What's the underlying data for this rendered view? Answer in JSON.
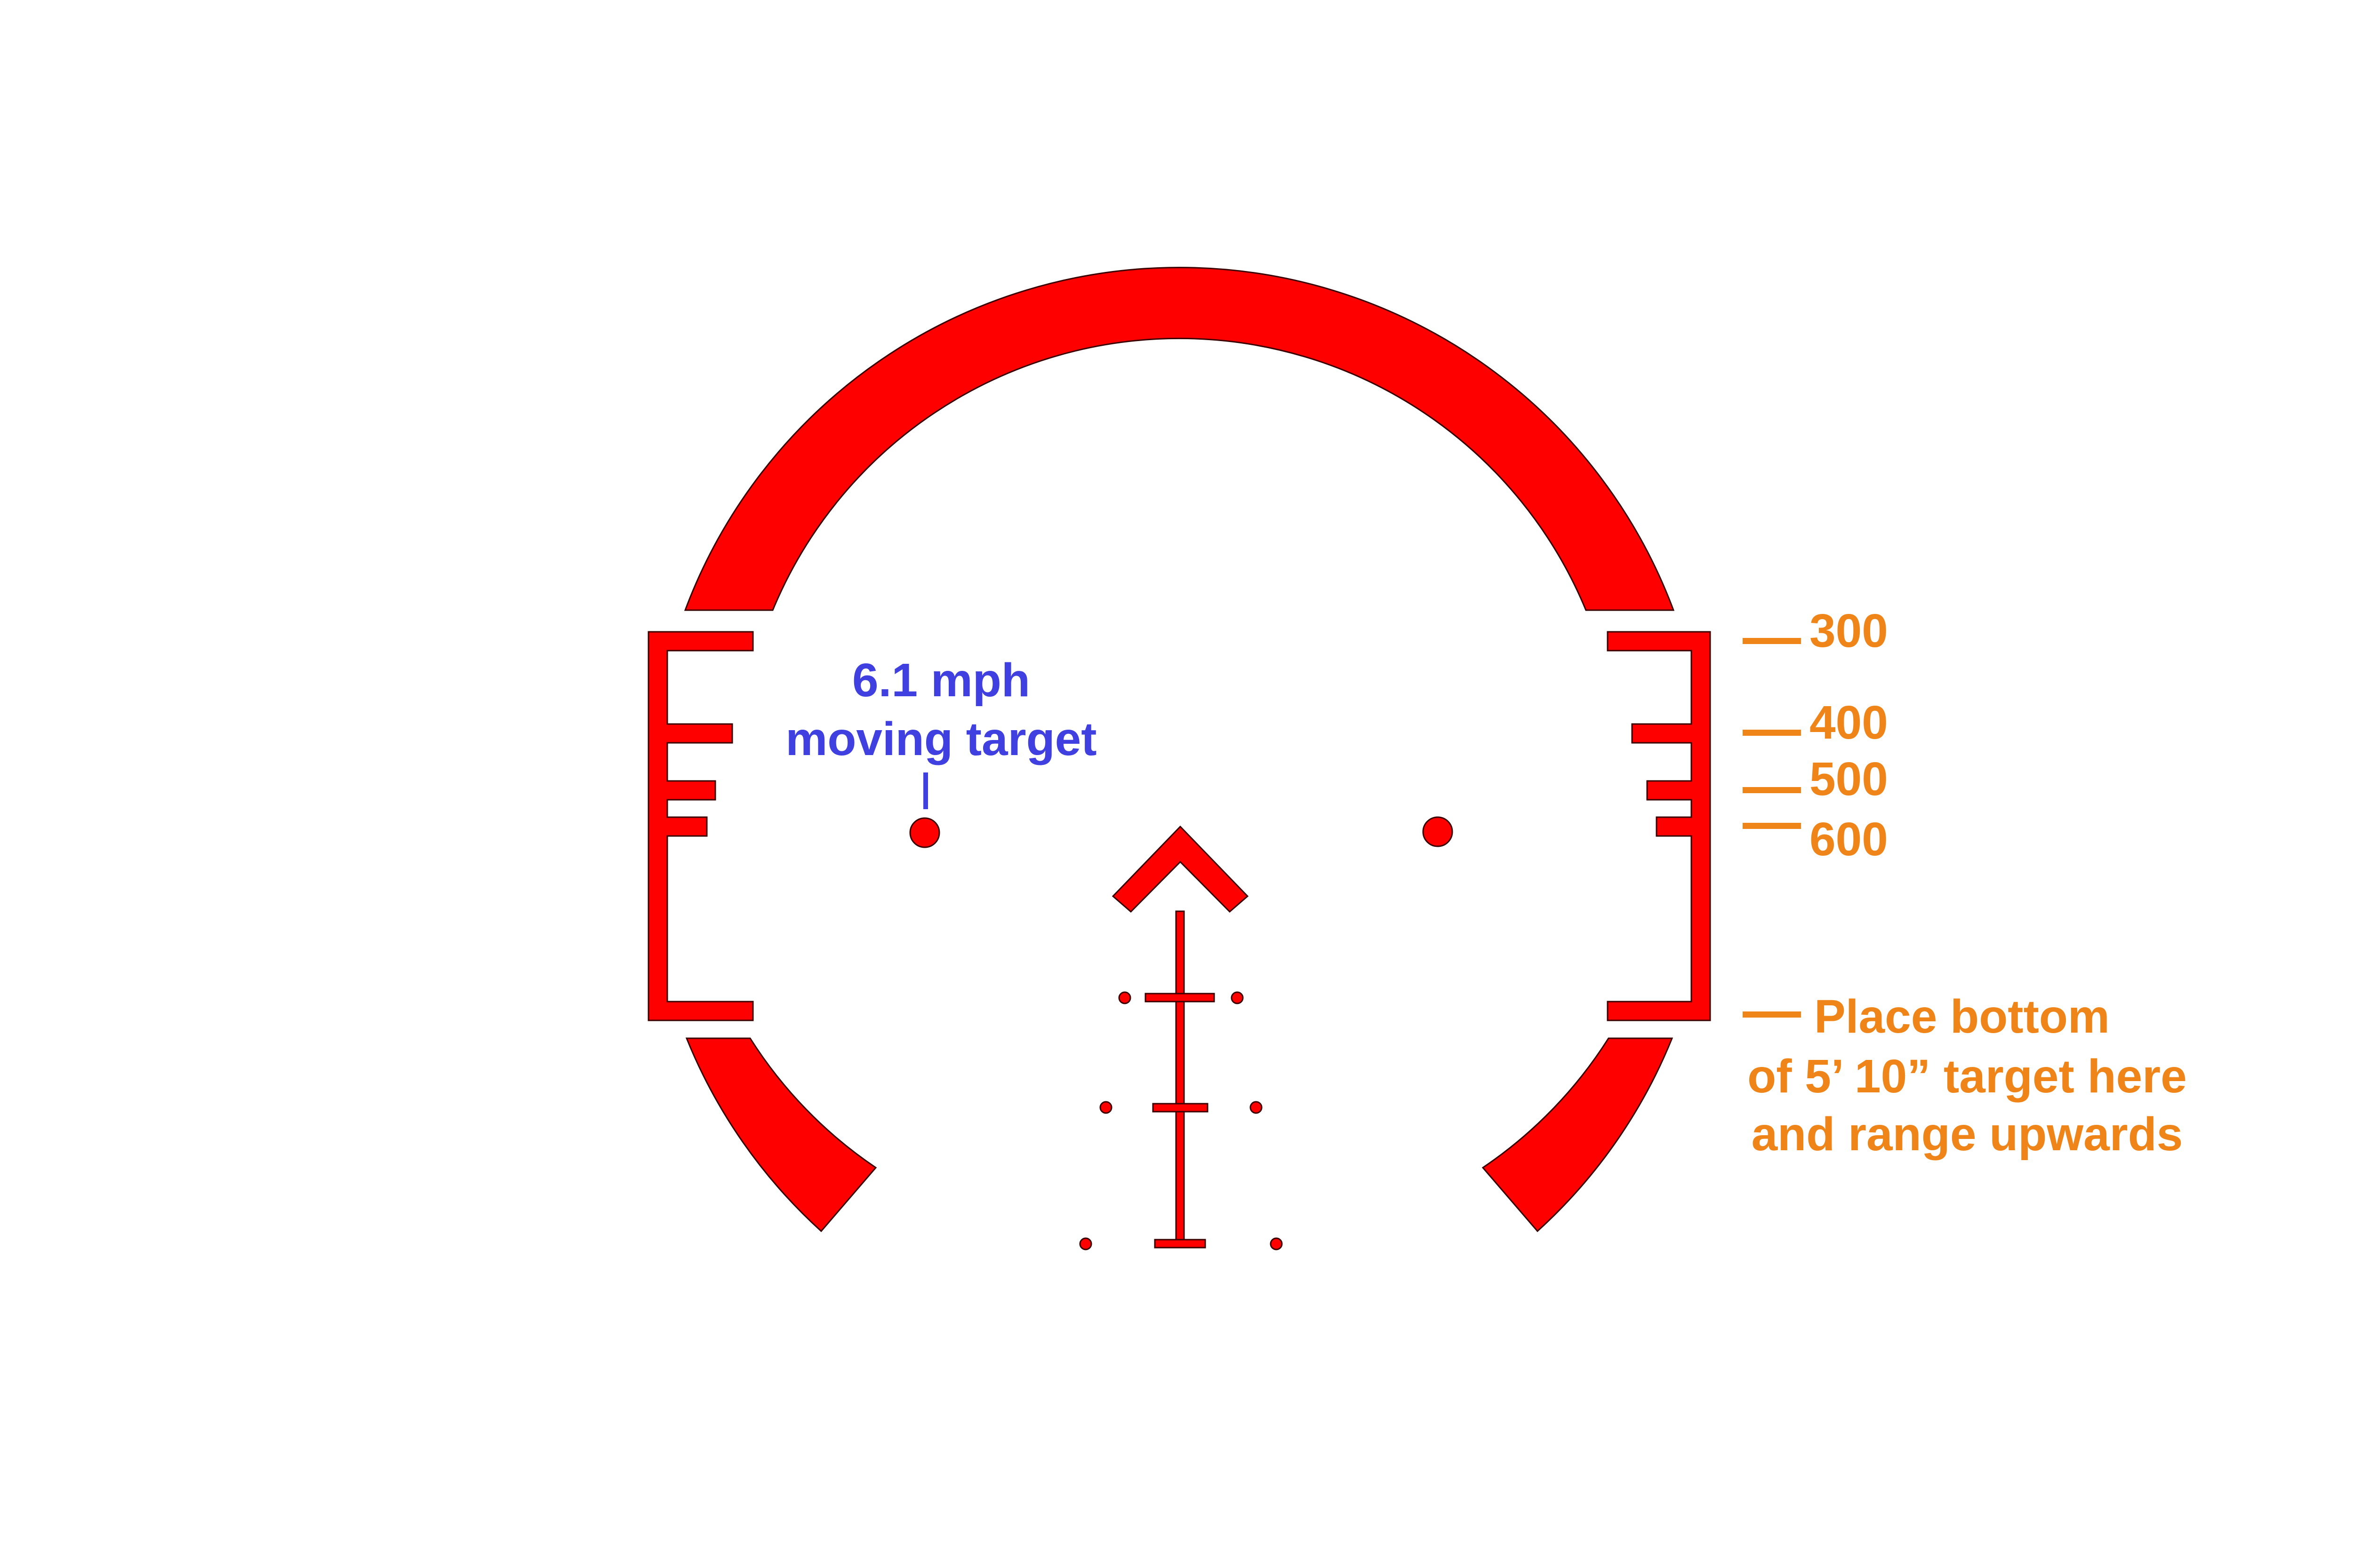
{
  "colors": {
    "reticle": "#ff0000",
    "reticle_outline": "#3a0000",
    "moving_target_note": "#4040e0",
    "range_notes": "#ef8519",
    "background": "#ffffff"
  },
  "moving_target": {
    "speed": "6.1 mph",
    "label": "moving target"
  },
  "range_marks": [
    {
      "label": "300"
    },
    {
      "label": "400"
    },
    {
      "label": "500"
    },
    {
      "label": "600"
    }
  ],
  "placement_note": {
    "line1": "Place bottom",
    "line2": "of 5’ 10” target here",
    "line3": "and range upwards"
  }
}
